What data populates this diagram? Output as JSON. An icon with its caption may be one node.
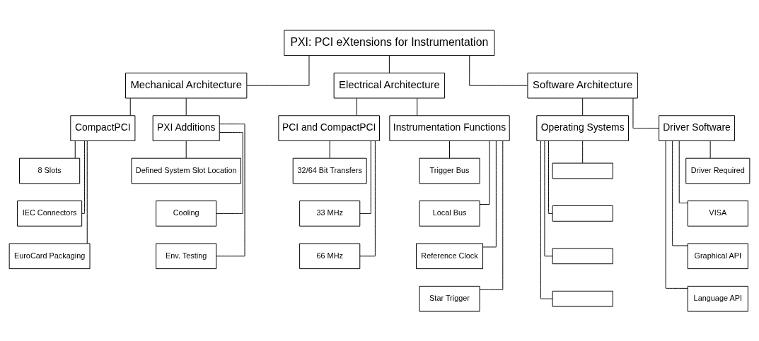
{
  "diagram": {
    "nodes": [
      {
        "text": [
          "PXI: PCI eXtensions for Instrumentation"
        ]
      },
      {
        "text": [
          "Mechanical Architecture"
        ]
      },
      {
        "text": [
          "Electrical Architecture"
        ]
      },
      {
        "text": [
          "Software Architecture"
        ]
      },
      {
        "text": [
          "CompactPCI"
        ]
      },
      {
        "text": [
          "PXI Additions"
        ]
      },
      {
        "text": [
          "PCI and CompactPCI"
        ]
      },
      {
        "text": [
          "Instrumentation Functions"
        ]
      },
      {
        "text": [
          "Operating Systems"
        ]
      },
      {
        "text": [
          "Driver Software"
        ]
      },
      {
        "text": [
          "8 Slots"
        ]
      },
      {
        "text": [
          "IEC Connectors"
        ]
      },
      {
        "text": [
          "EuroCard Packaging"
        ]
      },
      {
        "text": [
          "Defined System Slot Location"
        ]
      },
      {
        "text": [
          "Cooling"
        ]
      },
      {
        "text": [
          "Env. Testing"
        ]
      },
      {
        "text": [
          "32/64 Bit Transfers"
        ]
      },
      {
        "text": [
          "33 MHz"
        ]
      },
      {
        "text": [
          "66 MHz"
        ]
      },
      {
        "text": [
          "Trigger Bus"
        ]
      },
      {
        "text": [
          "Local Bus"
        ]
      },
      {
        "text": [
          "Reference Clock"
        ]
      },
      {
        "text": [
          "Star Trigger"
        ]
      },
      {
        "text": [],
        "shape": "box"
      },
      {
        "text": [],
        "shape": "box"
      },
      {
        "text": [],
        "shape": "box"
      },
      {
        "text": [],
        "shape": "box"
      },
      {
        "text": [
          "Driver Required"
        ]
      },
      {
        "text": [
          "VISA"
        ]
      },
      {
        "text": [
          "Graphical API"
        ]
      },
      {
        "text": [
          "Language API"
        ]
      }
    ],
    "edges": [
      {
        "from": 0,
        "to": 1,
        "arrow": "none"
      },
      {
        "from": 0,
        "to": 2,
        "arrow": "none"
      },
      {
        "from": 0,
        "to": 3,
        "arrow": "none"
      },
      {
        "from": 1,
        "to": 4,
        "arrow": "none"
      },
      {
        "from": 1,
        "to": 5,
        "arrow": "none"
      },
      {
        "from": 2,
        "to": 6,
        "arrow": "none"
      },
      {
        "from": 2,
        "to": 7,
        "arrow": "none"
      },
      {
        "from": 3,
        "to": 8,
        "arrow": "none"
      },
      {
        "from": 3,
        "to": 9,
        "arrow": "none"
      },
      {
        "from": 4,
        "to": 10,
        "arrow": "none"
      },
      {
        "from": 4,
        "to": 11,
        "arrow": "none"
      },
      {
        "from": 4,
        "to": 12,
        "arrow": "none"
      },
      {
        "from": 5,
        "to": 13,
        "arrow": "none"
      },
      {
        "from": 5,
        "to": 14,
        "arrow": "none"
      },
      {
        "from": 5,
        "to": 15,
        "arrow": "none"
      },
      {
        "from": 6,
        "to": 16,
        "arrow": "none"
      },
      {
        "from": 6,
        "to": 17,
        "arrow": "none"
      },
      {
        "from": 6,
        "to": 18,
        "arrow": "none"
      },
      {
        "from": 7,
        "to": 19,
        "arrow": "none"
      },
      {
        "from": 7,
        "to": 20,
        "arrow": "none"
      },
      {
        "from": 7,
        "to": 21,
        "arrow": "none"
      },
      {
        "from": 7,
        "to": 22,
        "arrow": "none"
      },
      {
        "from": 8,
        "to": 23,
        "arrow": "none"
      },
      {
        "from": 8,
        "to": 24,
        "arrow": "none"
      },
      {
        "from": 8,
        "to": 25,
        "arrow": "none"
      },
      {
        "from": 8,
        "to": 26,
        "arrow": "none"
      },
      {
        "from": 9,
        "to": 27,
        "arrow": "none"
      },
      {
        "from": 9,
        "to": 28,
        "arrow": "none"
      },
      {
        "from": 9,
        "to": 29,
        "arrow": "none"
      },
      {
        "from": 9,
        "to": 30,
        "arrow": "none"
      }
    ]
  }
}
